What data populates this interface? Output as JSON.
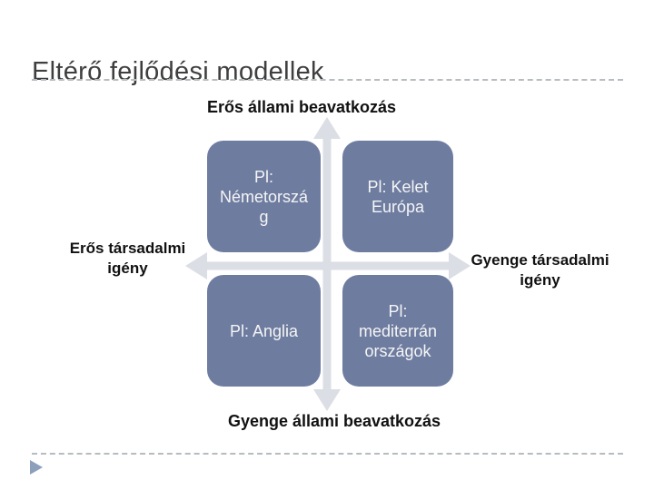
{
  "slide": {
    "title": "Eltérő fejlődési modellek",
    "colors": {
      "title_text": "#3f3f3f",
      "axis_label_text": "#111111",
      "box_fill": "#6e7ca0",
      "box_text": "#f5f5f5",
      "arrow_fill": "#dbdee4",
      "divider_dash": "#b6bcc0",
      "corner_triangle": "#8ca0bc"
    }
  },
  "diagram": {
    "type": "quadrant-matrix",
    "axis_labels": {
      "top": "Erős állami beavatkozás",
      "bottom": "Gyenge állami beavatkozás",
      "left": "Erős társadalmi\nigény",
      "right": "Gyenge társadalmi\nigény"
    },
    "quadrants": [
      {
        "position": "top-left",
        "label": "Pl:\nNémetorszá\ng"
      },
      {
        "position": "top-right",
        "label": "Pl: Kelet\nEurópa"
      },
      {
        "position": "bottom-left",
        "label": "Pl: Anglia"
      },
      {
        "position": "bottom-right",
        "label": "Pl:\nmediterrán\nországok"
      }
    ]
  }
}
